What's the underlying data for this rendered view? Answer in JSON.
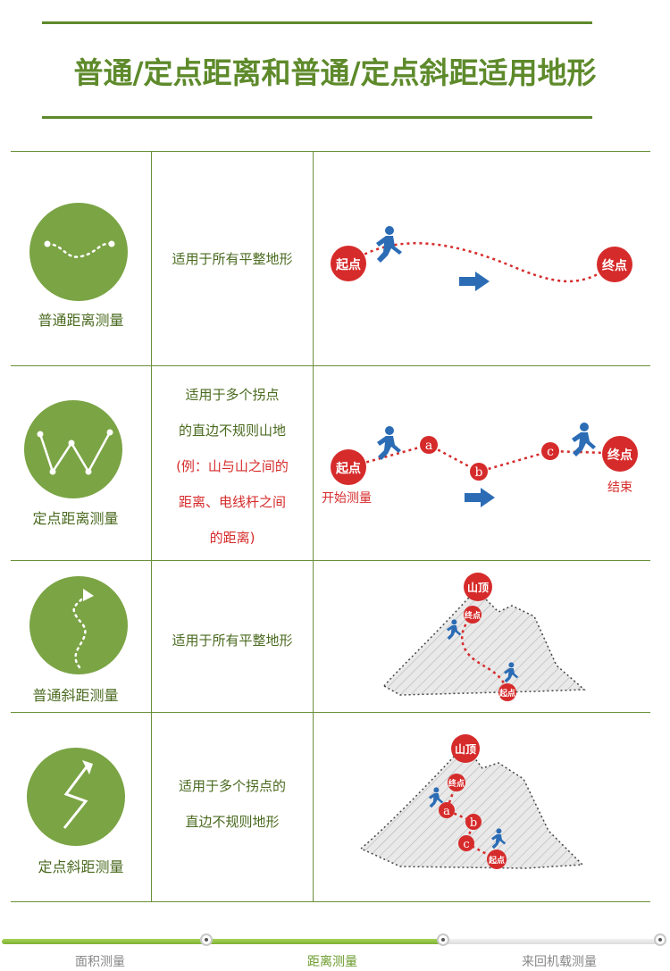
{
  "title": "普通/定点距离和普通/定点斜距适用地形",
  "rows": [
    {
      "label": "普通距离测量",
      "desc": [
        "适用于所有平整地形"
      ],
      "icon": "wavy-dotted-line-icon",
      "tags": {
        "start": "起点",
        "end": "终点"
      }
    },
    {
      "label": "定点距离测量",
      "desc": [
        "适用于多个拐点",
        "的直边不规则山地"
      ],
      "desc_red": [
        "(例：山与山之间的",
        "距离、电线杆之间",
        "的距离)"
      ],
      "icon": "zigzag-w-icon",
      "tags": {
        "start": "起点",
        "end": "终点",
        "a": "a",
        "b": "b",
        "c": "c",
        "start_note": "开始测量",
        "end_note": "结束"
      }
    },
    {
      "label": "普通斜距测量",
      "desc": [
        "适用于所有平整地形"
      ],
      "icon": "curved-up-arrow-icon",
      "tags": {
        "peak": "山顶",
        "end": "终点",
        "start": "起点"
      }
    },
    {
      "label": "定点斜距测量",
      "desc": [
        "适用于多个拐点的",
        "直边不规则地形"
      ],
      "icon": "zigzag-up-arrow-icon",
      "tags": {
        "peak": "山顶",
        "end": "终点",
        "start": "起点",
        "a": "a",
        "b": "b",
        "c": "c"
      }
    }
  ],
  "progress": {
    "steps": [
      "面积测量",
      "距离测量",
      "来回机载测量"
    ],
    "active": 1
  },
  "colors": {
    "accent": "#5e8a2b",
    "circle": "#7ba445",
    "marker": "#d62b2b",
    "runner": "#2b6cb5"
  }
}
